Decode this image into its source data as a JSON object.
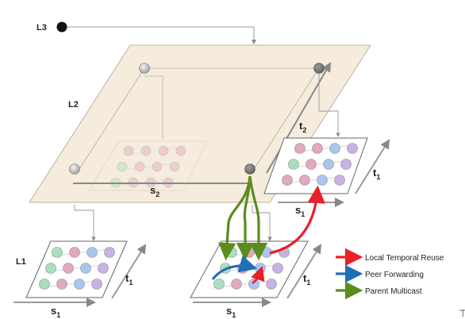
{
  "diagram": {
    "level_labels": {
      "l3": "L3",
      "l2": "L2",
      "l1": "L1"
    },
    "axis_labels": {
      "s1": "s",
      "s1_sub": "1",
      "s2": "s",
      "s2_sub": "2",
      "t1": "t",
      "t1_sub": "1",
      "t2": "t",
      "t2_sub": "2"
    },
    "legend": [
      {
        "label": "Local Temporal Reuse",
        "color": "#e8202a"
      },
      {
        "label": "Peer Forwarding",
        "color": "#1f6fb5"
      },
      {
        "label": "Parent Multicast",
        "color": "#5a8c1e"
      }
    ],
    "node_colors": {
      "green": "#a9dfc1",
      "pink": "#e3a8c0",
      "blue": "#a8c6ee",
      "purple": "#c7b3e3"
    },
    "plane_color": "#f5ecdd",
    "corner_glyph": "⊤"
  }
}
